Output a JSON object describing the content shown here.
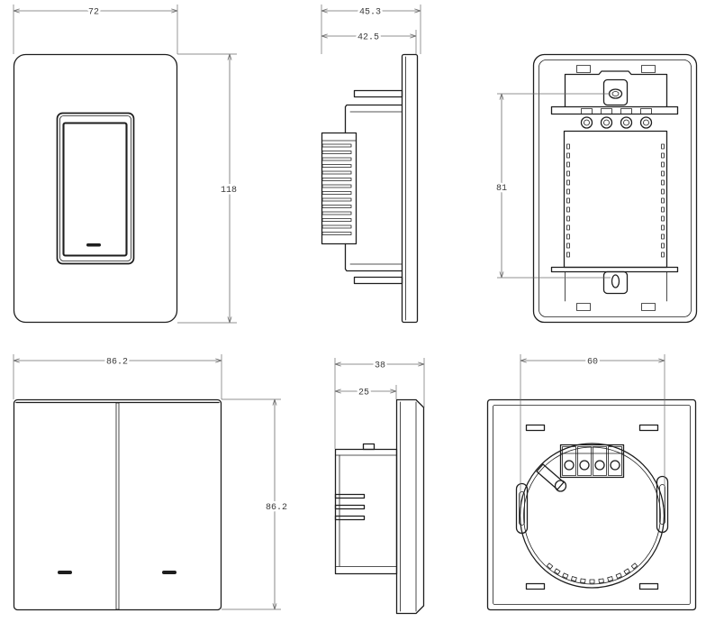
{
  "colors": {
    "line": "#1e1e1e",
    "dimension_line": "#6b6b6b",
    "background": "#ffffff"
  },
  "top_row": {
    "front_view": {
      "width_label": "72",
      "height_label": "118"
    },
    "side_view": {
      "overall_depth_label": "45.3",
      "body_depth_label": "42.5"
    },
    "back_view": {
      "mounting_spacing_label": "81"
    }
  },
  "bottom_row": {
    "front_view": {
      "width_label": "86.2",
      "height_label": "86.2"
    },
    "side_view": {
      "overall_depth_label": "38",
      "body_depth_label": "25"
    },
    "back_view": {
      "mounting_spacing_label": "60"
    }
  }
}
